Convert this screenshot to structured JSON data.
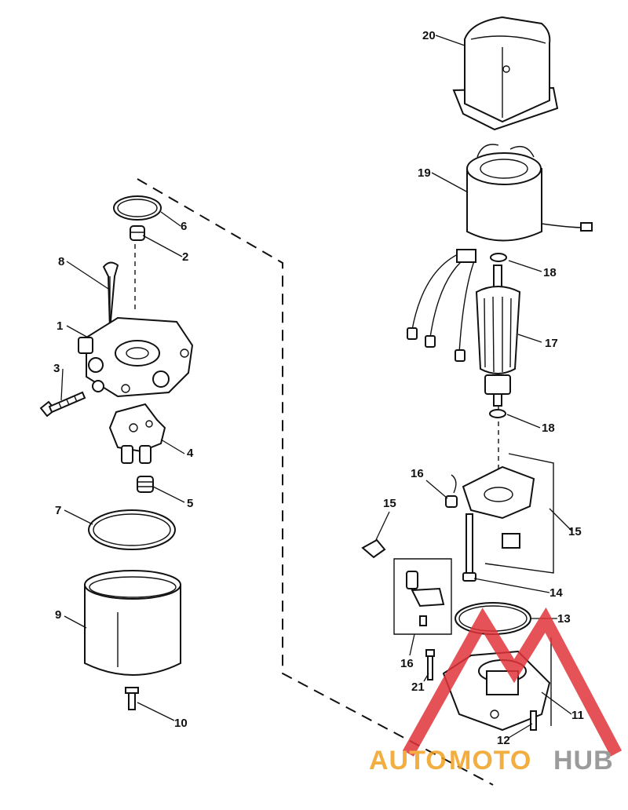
{
  "callouts": [
    {
      "id": "c1",
      "text": "1"
    },
    {
      "id": "c2",
      "text": "2"
    },
    {
      "id": "c3",
      "text": "3"
    },
    {
      "id": "c4",
      "text": "4"
    },
    {
      "id": "c5",
      "text": "5"
    },
    {
      "id": "c6",
      "text": "6"
    },
    {
      "id": "c7",
      "text": "7"
    },
    {
      "id": "c8",
      "text": "8"
    },
    {
      "id": "c9",
      "text": "9"
    },
    {
      "id": "c10",
      "text": "10"
    },
    {
      "id": "c11",
      "text": "11"
    },
    {
      "id": "c12",
      "text": "12"
    },
    {
      "id": "c13",
      "text": "13"
    },
    {
      "id": "c14",
      "text": "14"
    },
    {
      "id": "c15a",
      "text": "15"
    },
    {
      "id": "c15b",
      "text": "15"
    },
    {
      "id": "c16a",
      "text": "16"
    },
    {
      "id": "c16b",
      "text": "16"
    },
    {
      "id": "c17",
      "text": "17"
    },
    {
      "id": "c18a",
      "text": "18"
    },
    {
      "id": "c18b",
      "text": "18"
    },
    {
      "id": "c19",
      "text": "19"
    },
    {
      "id": "c20",
      "text": "20"
    },
    {
      "id": "c21",
      "text": "21"
    }
  ],
  "watermark": {
    "text_a": "AUTO",
    "text_b": "MOTO",
    "text_c": "HUB",
    "color_orange": "#f0a020",
    "color_gray": "#8a8a8a",
    "color_red": "#e0343a"
  }
}
